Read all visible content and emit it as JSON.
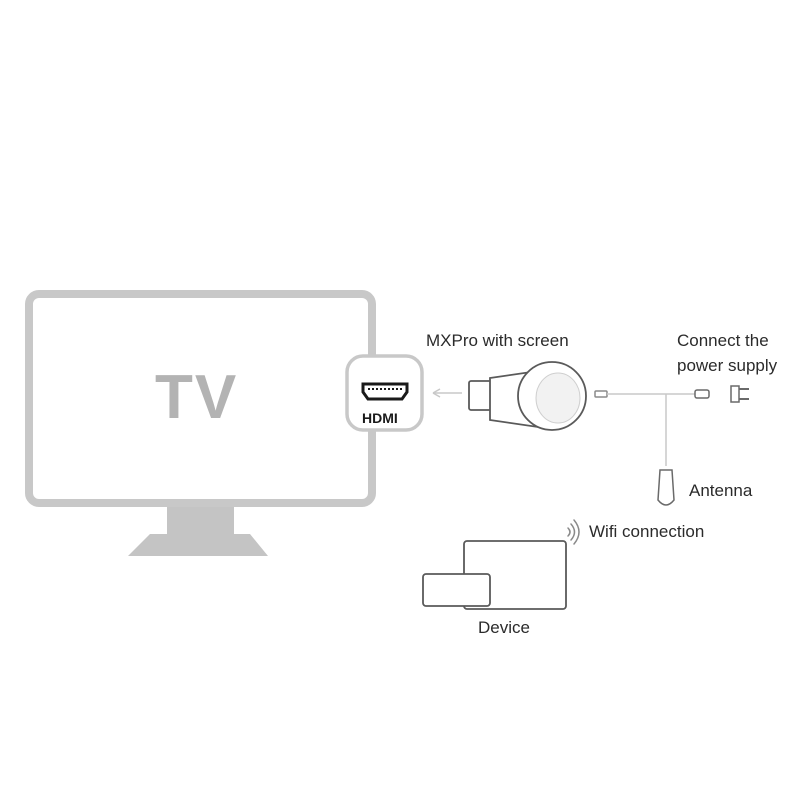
{
  "tv": {
    "label": "TV"
  },
  "hdmi": {
    "label": "HDMI"
  },
  "dongle": {
    "label": "MXPro with screen"
  },
  "power": {
    "label_line1": "Connect the",
    "label_line2": "power supply"
  },
  "antenna": {
    "label": "Antenna"
  },
  "wifi": {
    "label": "Wifi connection"
  },
  "device": {
    "label": "Device"
  }
}
